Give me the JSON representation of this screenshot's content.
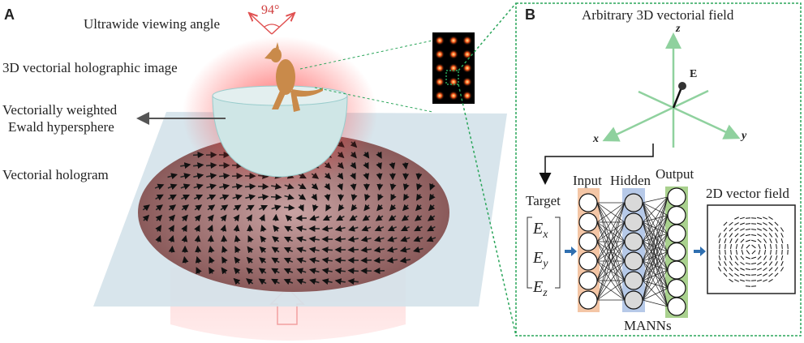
{
  "panel_a": {
    "label": "A",
    "viewing_angle_label": "Ultrawide viewing angle",
    "angle_value": "94°",
    "image_label": "3D vectorial holographic image",
    "sphere_label_line1": "Vectorially weighted",
    "sphere_label_line2": "Ewald hypersphere",
    "hologram_label": "Vectorial hologram"
  },
  "panel_b": {
    "label": "B",
    "title": "Arbitrary 3D vectorial field",
    "axes": {
      "x": "x",
      "y": "y",
      "z": "z",
      "vector": "E"
    },
    "target_label": "Target",
    "target_components": [
      "E",
      "E",
      "E"
    ],
    "target_subscripts": [
      "x",
      "y",
      "z"
    ],
    "layers": {
      "input": "Input",
      "hidden": "Hidden",
      "output": "Output"
    },
    "network_label": "MANNs",
    "output_field_label": "2D vector field"
  },
  "colors": {
    "input": "#f4c6a6",
    "hidden": "#b6c9e8",
    "output": "#a9d18e",
    "dashed": "#2aa55a",
    "arrow": "#2f6fb0"
  }
}
